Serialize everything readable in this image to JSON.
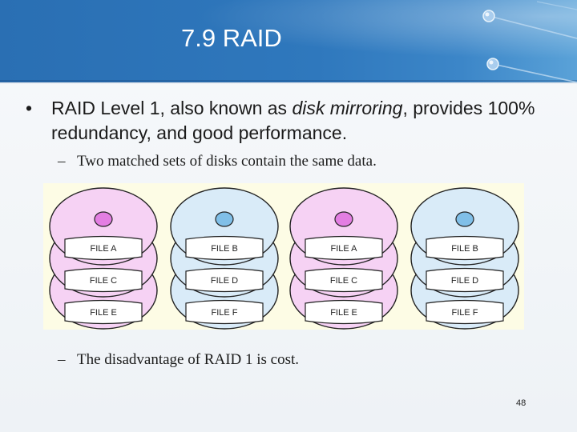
{
  "slide": {
    "title": "7.9 RAID",
    "bullet": {
      "symbol": "•",
      "before": "RAID Level 1, also known as ",
      "emphasis": "disk mirroring",
      "after": ", provides 100% redundancy, and good performance."
    },
    "subbullets": [
      {
        "dash": "–",
        "text": "Two matched sets of disks contain the same data."
      },
      {
        "dash": "–",
        "text": "The disadvantage of RAID 1 is cost."
      }
    ],
    "page_number": "48"
  },
  "figure": {
    "disks": [
      {
        "color": "pink",
        "files": [
          "FILE A",
          "FILE C",
          "FILE E"
        ]
      },
      {
        "color": "blue",
        "files": [
          "FILE B",
          "FILE D",
          "FILE F"
        ]
      },
      {
        "color": "pink",
        "files": [
          "FILE A",
          "FILE C",
          "FILE E"
        ]
      },
      {
        "color": "blue",
        "files": [
          "FILE B",
          "FILE D",
          "FILE F"
        ]
      }
    ]
  },
  "colors": {
    "header_blue": "#2f78bd",
    "pink_fill": "#f6d2f4",
    "pink_hub": "#e37ee2",
    "blue_fill": "#d9ebf8",
    "blue_hub": "#80bfe8",
    "figure_background": "#fdfce5"
  }
}
